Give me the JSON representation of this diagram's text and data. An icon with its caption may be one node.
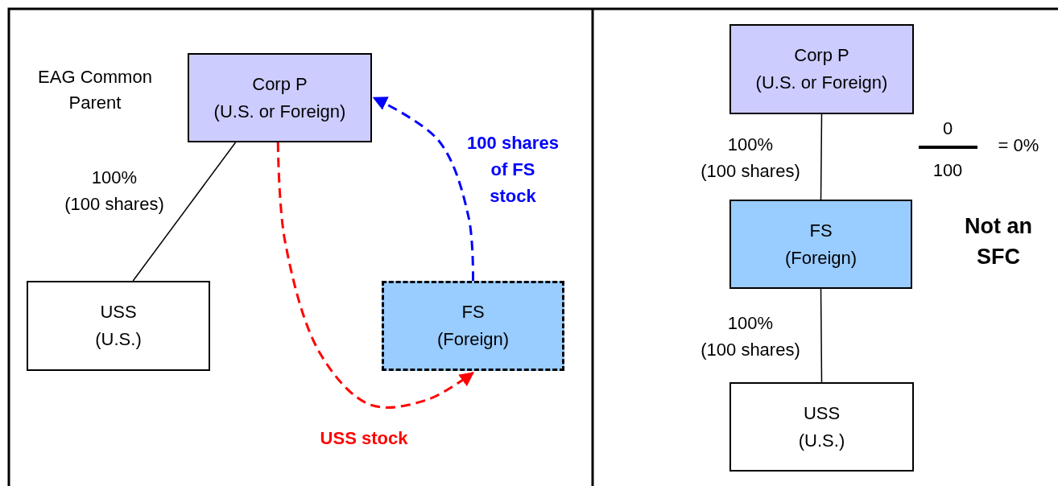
{
  "diagram": {
    "nodes": [
      {
        "text": [
          "Corp P",
          "(U.S. or Foreign)"
        ],
        "beside": [
          "EAG Common Parent"
        ]
      },
      {
        "text": [
          "USS",
          "(U.S.)"
        ]
      },
      {
        "text": [
          "FS",
          "(Foreign)"
        ]
      },
      {
        "text": [
          "Corp P",
          "(U.S. or Foreign)"
        ]
      },
      {
        "text": [
          "FS",
          "(Foreign)"
        ]
      },
      {
        "text": [
          "USS",
          "(U.S.)"
        ]
      }
    ],
    "edges": [
      {
        "from": 0,
        "to": 1,
        "arrow": "none",
        "label": "100% (100 shares)"
      },
      {
        "from": 0,
        "to": 2,
        "arrow": "to",
        "label": "USS stock",
        "style": "dashed",
        "color": "#ff0000"
      },
      {
        "from": 2,
        "to": 0,
        "arrow": "to",
        "label": "100 shares of FS stock",
        "style": "dashed",
        "color": "#0000ff"
      },
      {
        "from": 3,
        "to": 4,
        "arrow": "none",
        "label": "100% (100 shares)"
      },
      {
        "from": 4,
        "to": 5,
        "arrow": "none",
        "label": "100% (100 shares)"
      }
    ],
    "labels": [
      "0",
      "= 0%",
      "100",
      "Not an SFC"
    ]
  }
}
